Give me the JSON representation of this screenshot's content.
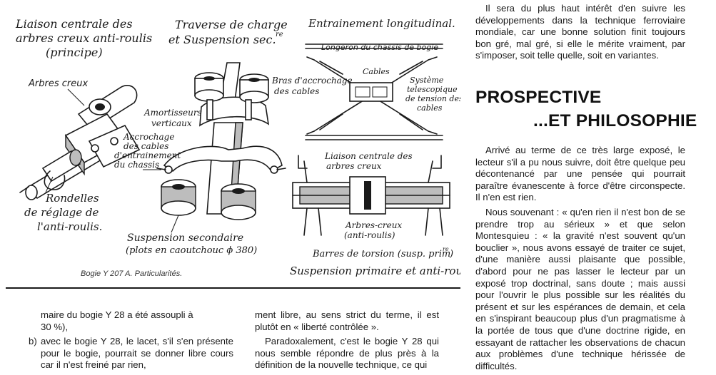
{
  "figure": {
    "fig1_title_l1": "Liaison centrale des",
    "fig1_title_l2": "arbres creux anti-roulis",
    "fig1_title_l3": "(principe)",
    "fig1_arbres": "Arbres creux",
    "fig1_rondelles_l1": "Rondelles",
    "fig1_rondelles_l2": "de réglage de",
    "fig1_rondelles_l3": "l'anti-roulis.",
    "fig2_title_l1": "Traverse de charge",
    "fig2_title_l2": "et Suspension sec.",
    "fig2_title_sup": "re",
    "fig2_amort_l1": "Amortisseurs",
    "fig2_amort_l2": "verticaux",
    "fig2_accro_l1": "Accrochage",
    "fig2_accro_l2": "des cables",
    "fig2_accro_l3": "d'entrainement",
    "fig2_accro_l4": "du chassis",
    "fig2_bras_l1": "Bras d'accrochage",
    "fig2_bras_l2": "des cables",
    "fig2_susp_l1": "Suspension secondaire",
    "fig2_susp_l2": "(plots en caoutchouc ϕ 380)",
    "fig3_title": "Entrainement longitudinal.",
    "fig3_longeron": "Longeron du chassis de bogie",
    "fig3_cables": "Cables",
    "fig3_systeme_l1": "Système",
    "fig3_systeme_l2": "telescopique",
    "fig3_systeme_l3": "de tension des",
    "fig3_systeme_l4": "cables",
    "fig4_liaison_l1": "Liaison centrale des",
    "fig4_liaison_l2": "arbres creux",
    "fig4_arbres_l1": "Arbres-creux",
    "fig4_arbres_l2": "(anti-roulis)",
    "fig4_barres": "Barres de torsion (susp. prim",
    "fig4_barres_sup": "re",
    "fig4_barres_end": ")",
    "fig4_susp": "Suspension primaire et anti-roulis",
    "caption": "Bogie  Y 207 A.  Particularités."
  },
  "right_top": {
    "para": "Il sera du plus haut intérêt d'en suivre les développements dans la technique ferroviaire mondiale, car une bonne solution finit toujours bon gré, mal gré, si elle le mérite vraiment, par s'imposer, soit telle quelle, soit en variantes."
  },
  "heading": {
    "line1": "PROSPECTIVE",
    "line2": "...ET PHILOSOPHIE"
  },
  "right_bottom": {
    "para1": "Arrivé au terme de ce très large exposé, le lecteur s'il a pu nous suivre, doit être quelque peu décontenancé par une pensée qui pourrait paraître évanescente à force d'être circonspecte. Il n'en est rien.",
    "para2": "Nous souvenant : « qu'en rien il n'est bon de se prendre trop au sérieux » et que selon Montesquieu : « la gravité n'est souvent qu'un bouclier », nous avons essayé de traiter ce sujet, d'une manière aussi plaisante que possible, d'abord pour ne pas lasser le lecteur par un exposé trop doctrinal, sans doute ; mais aussi pour l'ouvrir le plus possible sur les réalités du présent et sur les espérances de demain, et cela en s'inspirant beaucoup plus d'un pragmatisme à la portée de tous que d'une doctrine rigide, en essayant de rattacher les observations de chacun aux problèmes d'une technique hérissée de difficultés."
  },
  "bottom_left": {
    "cont_line1": "maire du bogie Y 28 a été assoupli à",
    "cont_line2": "30 %),",
    "item_b_marker": "b)",
    "item_b_text": "avec le bogie Y 28, le lacet, s'il s'en présente pour le bogie, pourrait se donner libre cours car il n'est freiné par rien,"
  },
  "bottom_mid": {
    "para1": "ment libre, au sens strict du terme, il est plutôt en « liberté contrôlée ».",
    "para2": "Paradoxalement, c'est le bogie Y 28 qui nous semble répondre de plus près à la définition de la nouvelle technique, ce qui"
  }
}
